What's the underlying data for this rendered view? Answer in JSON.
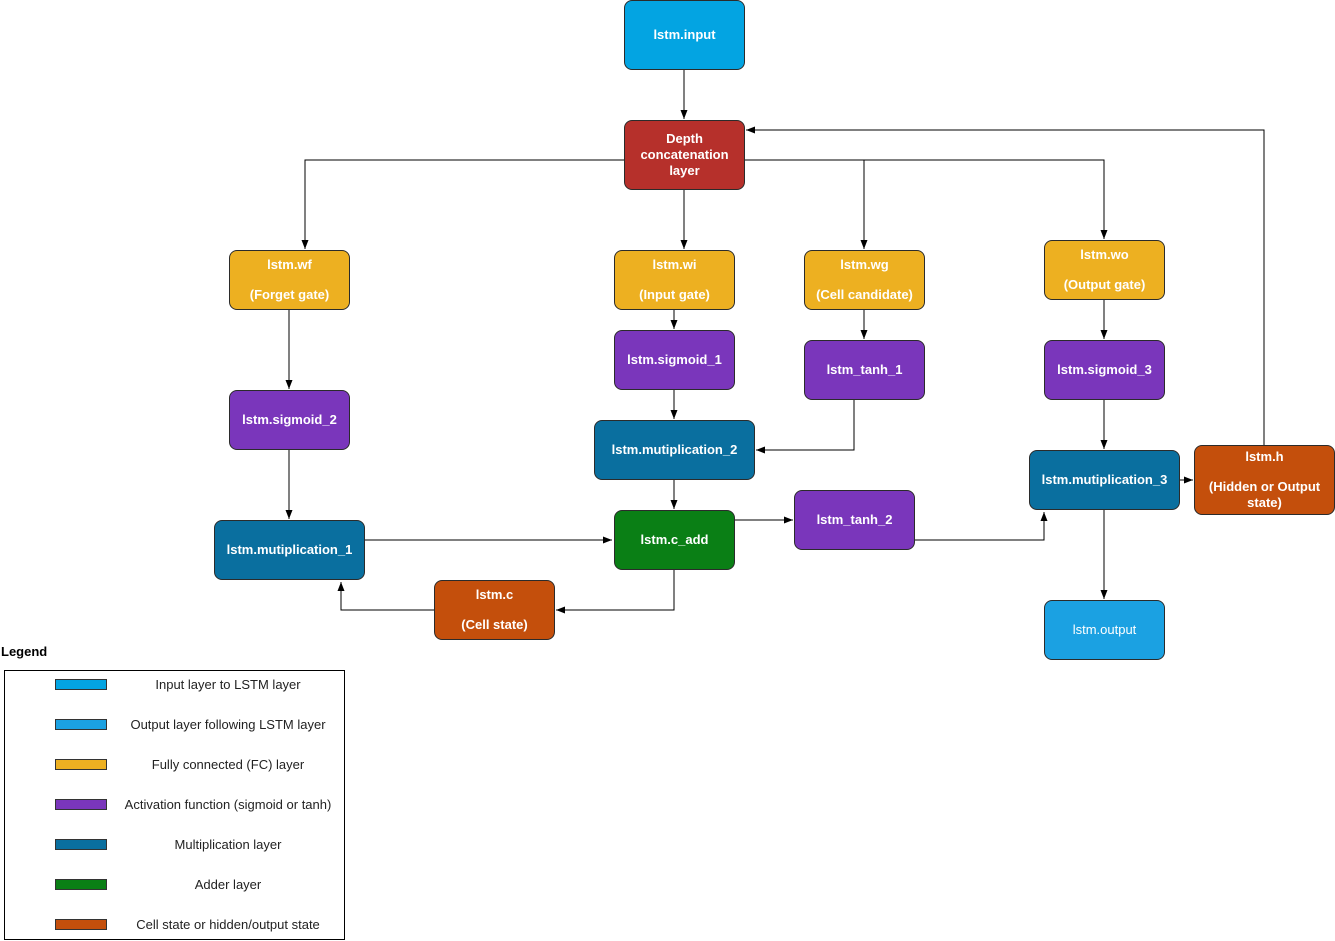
{
  "nodes": {
    "input": {
      "label": "lstm.input",
      "color": "#03a4e2"
    },
    "concat": {
      "label": "Depth concatenation layer",
      "color": "#b6302b"
    },
    "wf": {
      "label": "lstm.wf",
      "sub": "(Forget gate)",
      "color": "#edb021"
    },
    "wi": {
      "label": "lstm.wi",
      "sub": "(Input gate)",
      "color": "#edb021"
    },
    "wg": {
      "label": "lstm.wg",
      "sub": "(Cell candidate)",
      "color": "#edb021"
    },
    "wo": {
      "label": "lstm.wo",
      "sub": "(Output gate)",
      "color": "#edb021"
    },
    "sigmoid_1": {
      "label": "lstm.sigmoid_1",
      "color": "#7a36bb"
    },
    "sigmoid_2": {
      "label": "lstm.sigmoid_2",
      "color": "#7a36bb"
    },
    "sigmoid_3": {
      "label": "lstm.sigmoid_3",
      "color": "#7a36bb"
    },
    "tanh_1": {
      "label": "lstm_tanh_1",
      "color": "#7a36bb"
    },
    "tanh_2": {
      "label": "lstm_tanh_2",
      "color": "#7a36bb"
    },
    "mult_1": {
      "label": "lstm.mutiplication_1",
      "color": "#0a6f9f"
    },
    "mult_2": {
      "label": "lstm.mutiplication_2",
      "color": "#0a6f9f"
    },
    "mult_3": {
      "label": "lstm.mutiplication_3",
      "color": "#0a6f9f"
    },
    "c_add": {
      "label": "lstm.c_add",
      "color": "#0a7f15"
    },
    "c": {
      "label": "lstm.c",
      "sub": "(Cell state)",
      "color": "#c44f0c"
    },
    "h": {
      "label": "lstm.h",
      "sub": "(Hidden or Output state)",
      "color": "#c44f0c"
    },
    "output": {
      "label": "lstm.output",
      "color": "#1ba1e2"
    }
  },
  "legend": {
    "title": "Legend",
    "items": [
      {
        "label": "Input layer to LSTM layer",
        "color": "#03a4e2"
      },
      {
        "label": "Output layer following LSTM layer",
        "color": "#1ba1e2"
      },
      {
        "label": "Fully connected (FC) layer",
        "color": "#edb021"
      },
      {
        "label": "Activation function (sigmoid or tanh)",
        "color": "#7a36bb"
      },
      {
        "label": "Multiplication layer",
        "color": "#0a6f9f"
      },
      {
        "label": "Adder layer",
        "color": "#0a7f15"
      },
      {
        "label": "Cell state or hidden/output state",
        "color": "#c44f0c"
      }
    ]
  }
}
